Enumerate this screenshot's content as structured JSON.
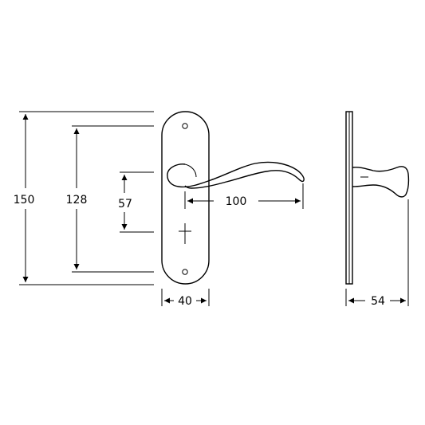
{
  "dimensions": {
    "overall_height": "150",
    "hole_spacing": "128",
    "spindle_to_handle": "57",
    "handle_length": "100",
    "plate_width": "40",
    "projection": "54"
  },
  "colors": {
    "line": "#000000",
    "background": "#ffffff"
  }
}
